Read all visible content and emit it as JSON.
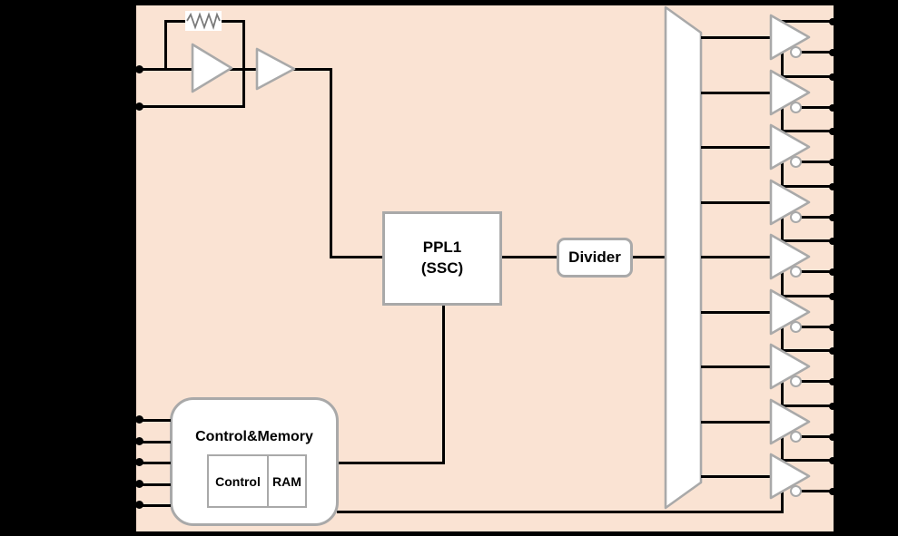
{
  "diagram": {
    "type": "block-diagram",
    "description": "Clock generator chip block diagram",
    "colors": {
      "background": "#000000",
      "chip_fill": "#fae3d3",
      "wire": "#000000",
      "shape_border": "#a9a9a9",
      "shape_fill": "#ffffff"
    },
    "oscillator": {
      "xtal_pins": 2,
      "feedback_resistor": "resistor",
      "amplifier": "buffer",
      "input_buffer": "buffer"
    },
    "pll": {
      "line1": "PPL1",
      "line2": "(SSC)"
    },
    "divider": {
      "label": "Divider"
    },
    "mux": {
      "shape": "trapezoid-fanout"
    },
    "output_channels": {
      "count": 9,
      "pins_per_channel": 2,
      "inverted_output_bubble": true
    },
    "control_memory": {
      "title": "Control&Memory",
      "left_cell": "Control",
      "right_cell": "RAM",
      "input_pins": 5
    }
  }
}
